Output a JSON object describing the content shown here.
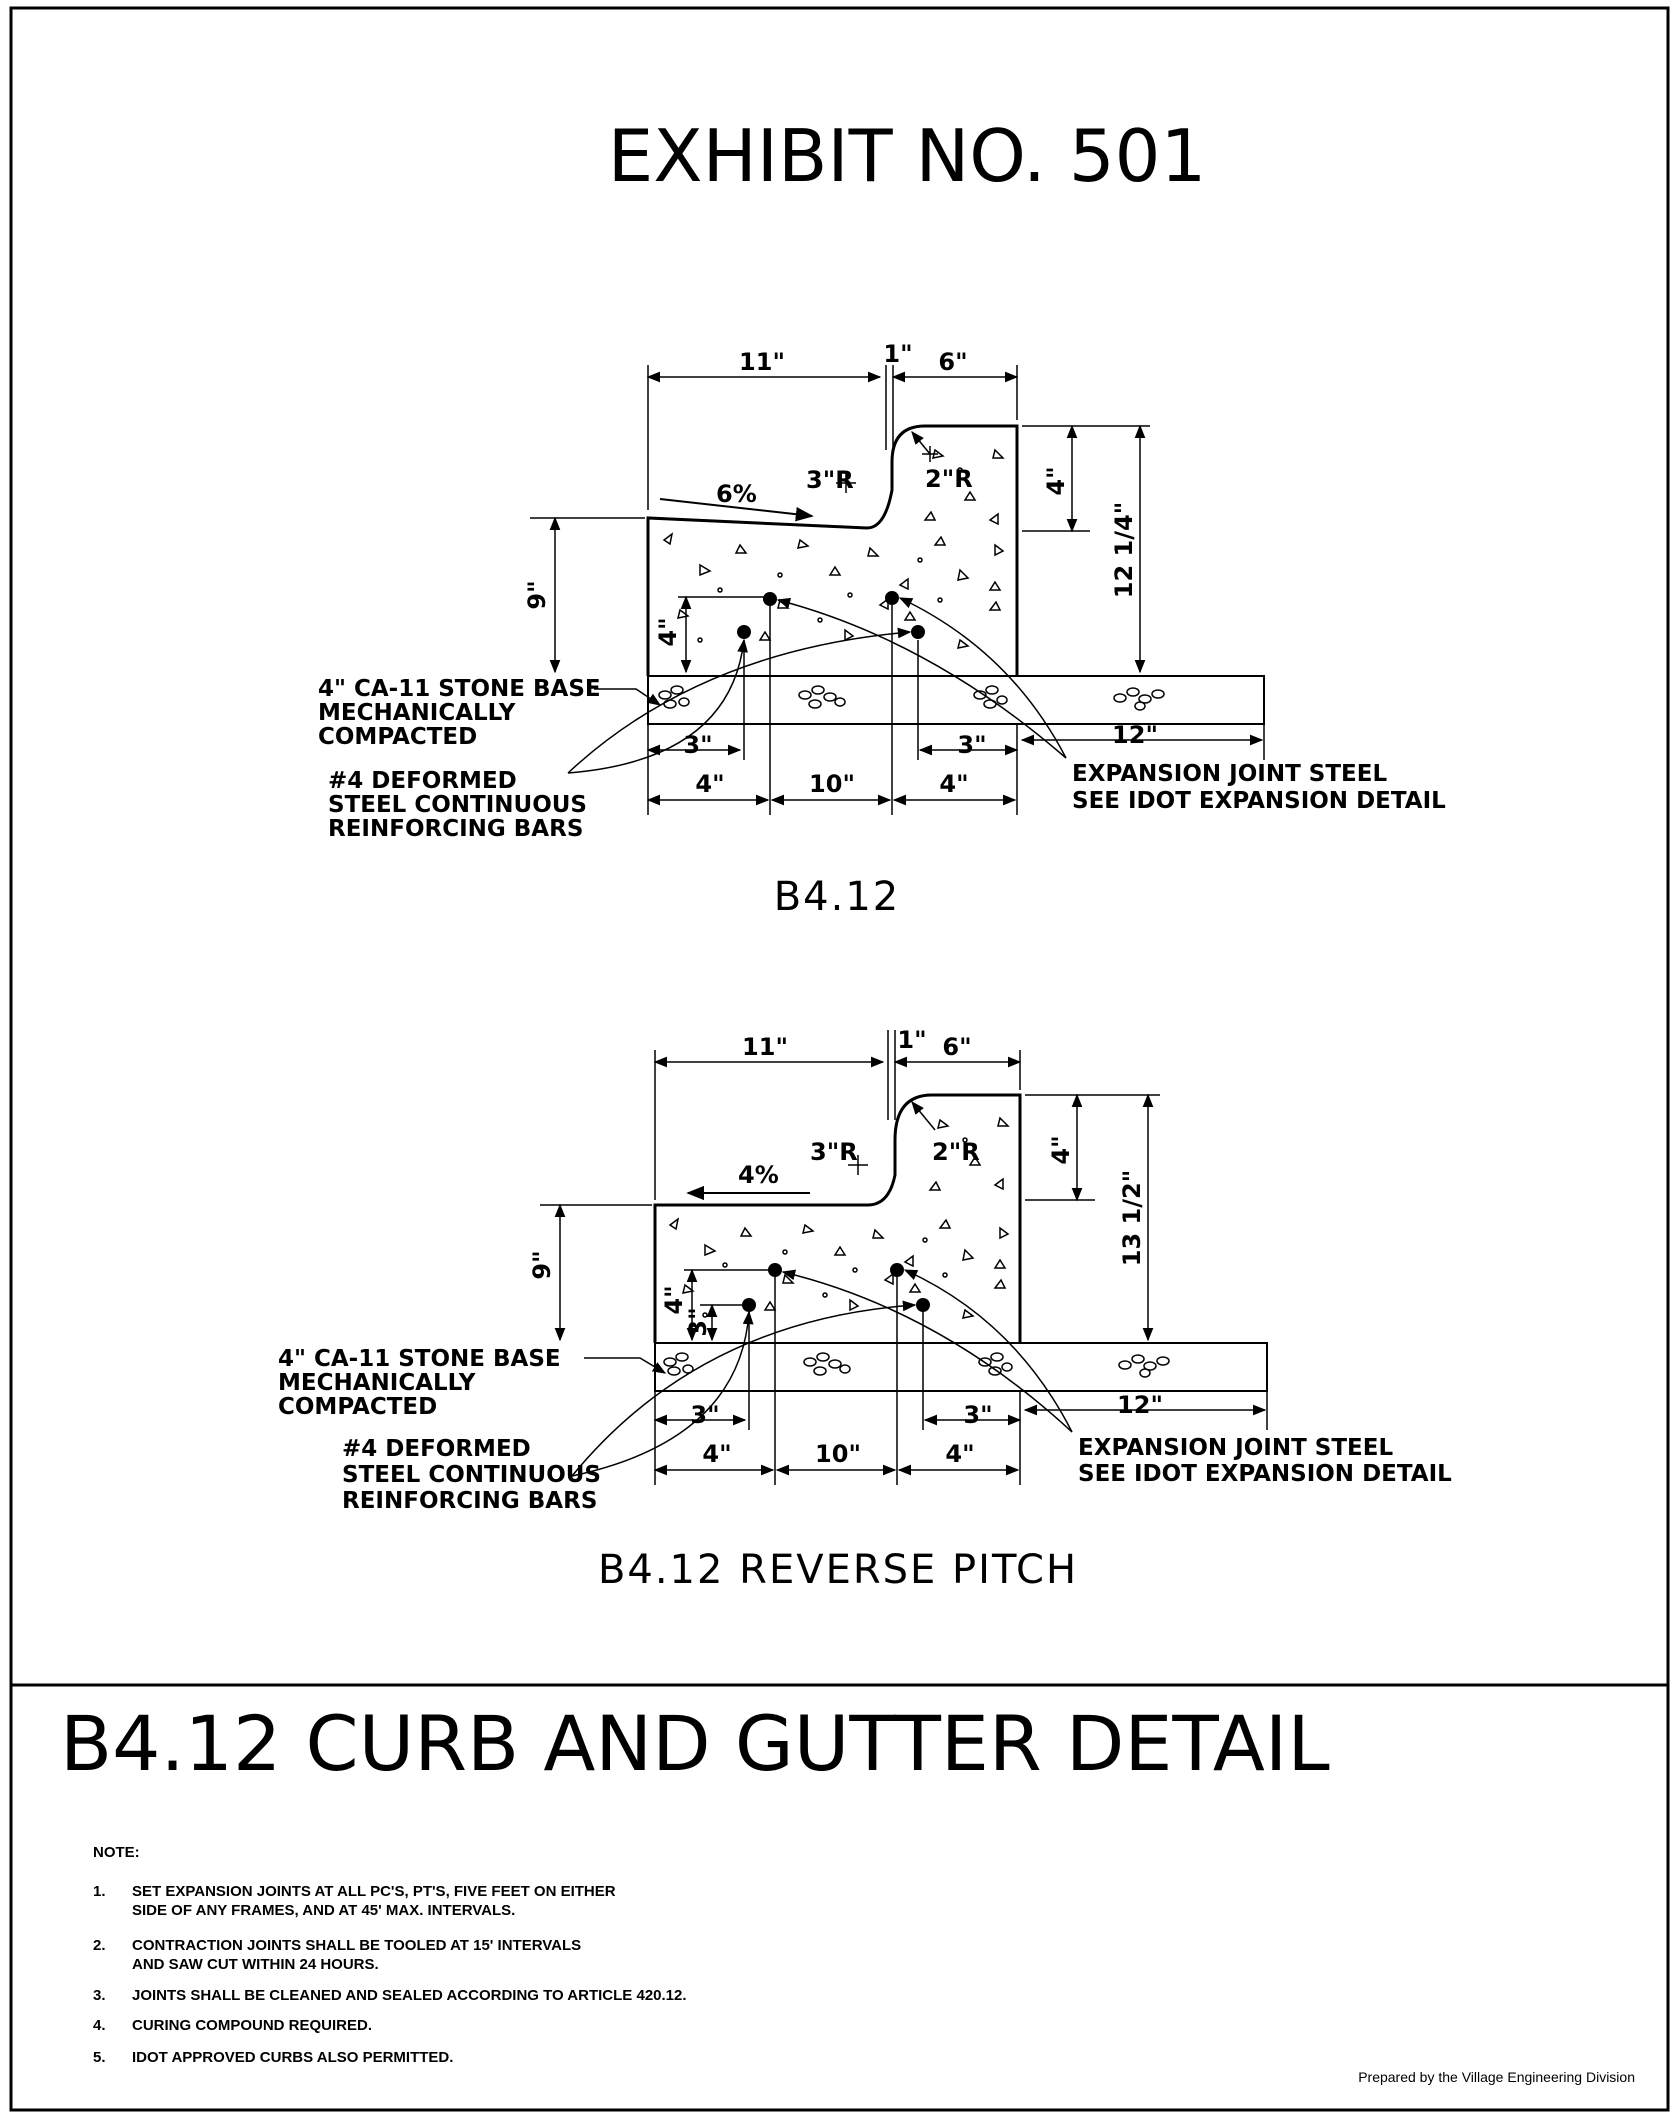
{
  "exhibit_title": "EXHIBIT NO. 501",
  "sheet_title": "B4.12 CURB AND GUTTER DETAIL",
  "details": [
    {
      "caption": "B4.12",
      "slope": "6%",
      "dims": {
        "top_11": "11\"",
        "top_1": "1\"",
        "top_6": "6\"",
        "r3": "3\"R",
        "r2": "2\"R",
        "right_4": "4\"",
        "total_h": "12 1/4\"",
        "left_9": "9\"",
        "left_4": "4\"",
        "bot_3a": "3\"",
        "bot_3b": "3\"",
        "bot_12": "12\"",
        "bot_4a": "4\"",
        "bot_10": "10\"",
        "bot_4b": "4\""
      },
      "labels": {
        "stone_base": [
          "4\" CA-11 STONE BASE",
          "MECHANICALLY",
          "COMPACTED"
        ],
        "bars": [
          "#4 DEFORMED",
          "STEEL CONTINUOUS",
          "REINFORCING BARS"
        ],
        "expansion": [
          "EXPANSION JOINT STEEL",
          "SEE IDOT EXPANSION DETAIL"
        ]
      }
    },
    {
      "caption": "B4.12 REVERSE PITCH",
      "slope": "4%",
      "dims": {
        "top_11": "11\"",
        "top_1": "1\"",
        "top_6": "6\"",
        "r3": "3\"R",
        "r2": "2\"R",
        "right_4": "4\"",
        "total_h": "13 1/2\"",
        "left_9": "9\"",
        "left_4": "4\"",
        "left_3": "3\"",
        "bot_3a": "3\"",
        "bot_3b": "3\"",
        "bot_12": "12\"",
        "bot_4a": "4\"",
        "bot_10": "10\"",
        "bot_4b": "4\""
      },
      "labels": {
        "stone_base": [
          "4\" CA-11 STONE BASE",
          "MECHANICALLY",
          "COMPACTED"
        ],
        "bars": [
          "#4 DEFORMED",
          "STEEL CONTINUOUS",
          "REINFORCING BARS"
        ],
        "expansion": [
          "EXPANSION JOINT STEEL",
          "SEE IDOT EXPANSION DETAIL"
        ]
      }
    }
  ],
  "notes": {
    "heading": "NOTE:",
    "items": [
      {
        "num": "1.",
        "lines": [
          "SET EXPANSION JOINTS AT ALL PC'S, PT'S, FIVE FEET ON EITHER",
          "SIDE OF ANY FRAMES, AND AT 45' MAX. INTERVALS."
        ]
      },
      {
        "num": "2.",
        "lines": [
          "CONTRACTION JOINTS SHALL BE TOOLED AT 15' INTERVALS",
          "AND SAW CUT WITHIN 24 HOURS."
        ]
      },
      {
        "num": "3.",
        "lines": [
          "JOINTS SHALL BE CLEANED AND SEALED ACCORDING TO ARTICLE 420.12."
        ]
      },
      {
        "num": "4.",
        "lines": [
          "CURING COMPOUND REQUIRED."
        ]
      },
      {
        "num": "5.",
        "lines": [
          "IDOT APPROVED CURBS ALSO PERMITTED."
        ]
      }
    ]
  },
  "credit": "Prepared by the Village Engineering Division"
}
